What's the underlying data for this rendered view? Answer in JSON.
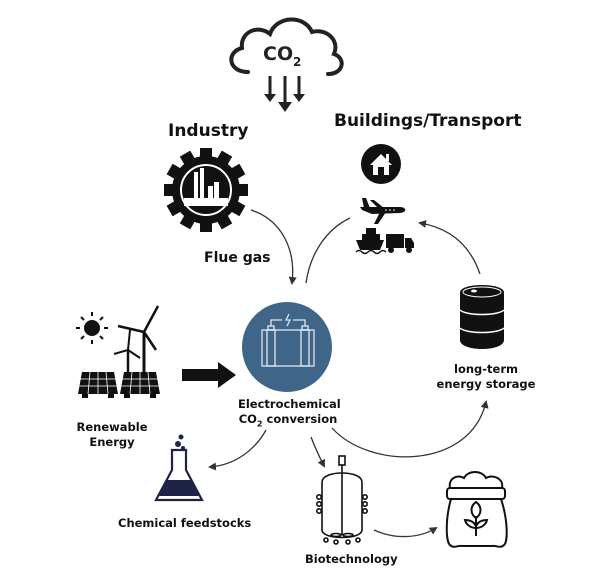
{
  "diagram": {
    "title_icon": "co2-cloud-icon",
    "co2_label": "CO2",
    "nodes": {
      "industry": {
        "label": "Industry",
        "icon": "factory-gear-icon"
      },
      "buildings_transport": {
        "label": "Buildings/Transport",
        "icons": [
          "house-icon",
          "airplane-icon",
          "ship-icon",
          "truck-icon"
        ]
      },
      "flue_gas": {
        "label": "Flue gas"
      },
      "renewable_energy": {
        "line1": "Renewable",
        "line2": "Energy",
        "icons": [
          "sun-icon",
          "wind-turbine-icon",
          "solar-panel-icon"
        ]
      },
      "electrochemical": {
        "line1": "Electrochemical",
        "line2_prefix": "CO",
        "line2_sub": "2",
        "line2_suffix": " conversion",
        "icon": "electrolyzer-icon"
      },
      "storage": {
        "line1": "long-term",
        "line2": "energy storage",
        "icon": "oil-barrel-icon"
      },
      "chemical": {
        "label": "Chemical feedstocks",
        "icon": "flask-icon"
      },
      "biotech": {
        "label": "Biotechnology",
        "icon": "bioreactor-icon"
      },
      "fertilizer": {
        "icon": "fertilizer-bag-icon"
      }
    },
    "colors": {
      "electrolyzer_fill": "#3f6589",
      "flask_fill": "#1f2348",
      "ink": "#111111"
    }
  }
}
